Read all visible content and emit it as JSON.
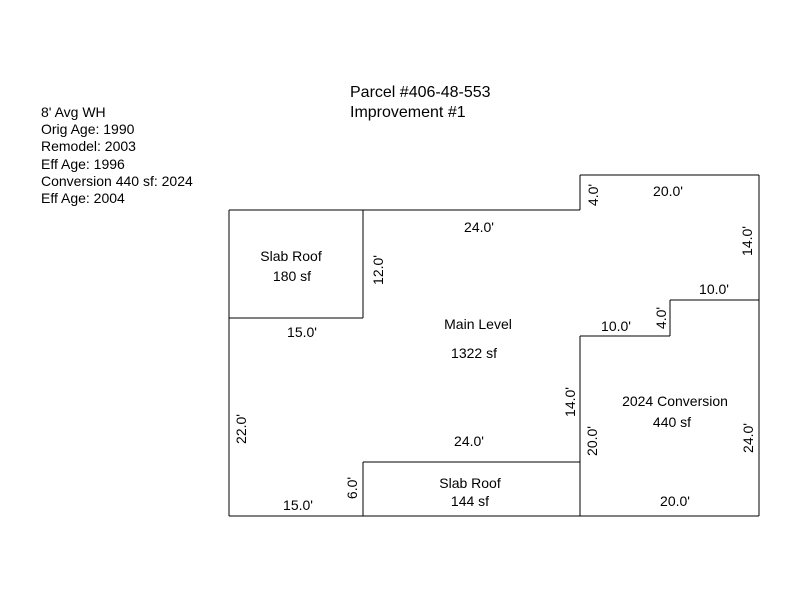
{
  "header": {
    "parcel": "Parcel #406-48-553",
    "improvement": "Improvement #1"
  },
  "info_lines": [
    "8' Avg WH",
    "Orig Age: 1990",
    "Remodel: 2003",
    "Eff Age: 1996",
    "Conversion 440 sf: 2024",
    "Eff Age: 2004"
  ],
  "areas": {
    "slab_roof_top": {
      "name": "Slab Roof",
      "area": "180 sf"
    },
    "main_level": {
      "name": "Main Level",
      "area": "1322 sf"
    },
    "conversion": {
      "name": "2024 Conversion",
      "area": "440 sf"
    },
    "slab_roof_bottom": {
      "name": "Slab Roof",
      "area": "144 sf"
    }
  },
  "dimensions": {
    "top_24": "24.0'",
    "notch_4_top": "4.0'",
    "top_20": "20.0'",
    "right_14": "14.0'",
    "step_10_upper": "10.0'",
    "step_4": "4.0'",
    "step_10_lower": "10.0'",
    "slab_12": "12.0'",
    "slab_15_top": "15.0'",
    "left_22": "22.0'",
    "mid_14": "14.0'",
    "mid_24": "24.0'",
    "conv_20_left": "20.0'",
    "conv_24_right": "24.0'",
    "bottom_6": "6.0'",
    "bottom_15": "15.0'",
    "bottom_20": "20.0'"
  }
}
